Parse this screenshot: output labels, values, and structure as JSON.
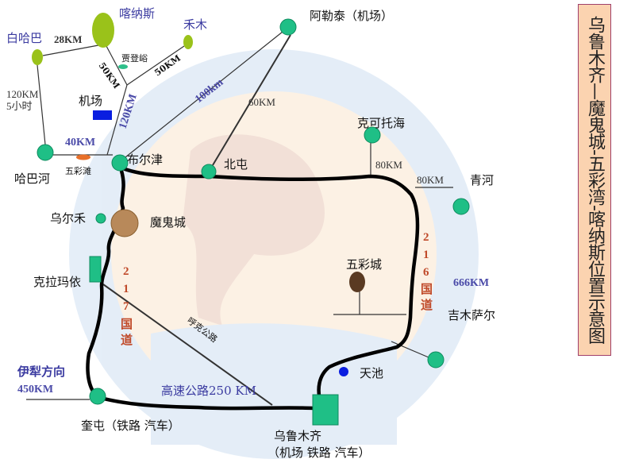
{
  "title": "乌鲁木齐—魔鬼城-五彩湾-喀纳斯位置示意图",
  "places": {
    "kanas": "喀纳斯",
    "hemu": "禾木",
    "baihaba": "白哈巴",
    "jiadengyu": "贾登峪",
    "airport": "机场",
    "habahe": "哈巴河",
    "wucaitan": "五彩滩",
    "burqin": "布尔津",
    "beitun": "北屯",
    "altay": "阿勒泰（机场）",
    "koktokay": "克可托海",
    "qinghe": "青河",
    "urho": "乌尔禾",
    "devil_city": "魔鬼城",
    "karamay": "克拉玛依",
    "wucaicheng": "五彩城",
    "jimsar": "吉木萨尔",
    "tianchi": "天池",
    "kuytun": "奎屯（铁路 汽车）",
    "urumqi": "乌鲁木齐",
    "urumqi_sub": "（机场 铁路 汽车）"
  },
  "distances": {
    "baihaba_kanas": "28KM",
    "kanas_jct": "50KM",
    "hemu_jct": "50KM",
    "baihaba_habahe_1": "120KM",
    "baihaba_habahe_2": "5小时",
    "jct_burqin": "120KM",
    "habahe_burqin": "40KM",
    "burqin_altay": "100km",
    "beitun_altay": "60KM",
    "koktokay": "80KM",
    "qinghe": "80KM",
    "loop": "666KM",
    "yili_1": "伊犁方向",
    "yili_2": "450KM",
    "expressway": "高速公路250 KM",
    "huke": "呼克公路"
  },
  "roads": {
    "g217": [
      "2",
      "1",
      "7",
      "国",
      "道"
    ],
    "g216": [
      "2",
      "1",
      "6",
      "国",
      "道"
    ]
  },
  "colors": {
    "node": "#1fbf86",
    "oasis": "#9ac21a",
    "road": "#000000",
    "title_bg": "#fbd3b0"
  }
}
